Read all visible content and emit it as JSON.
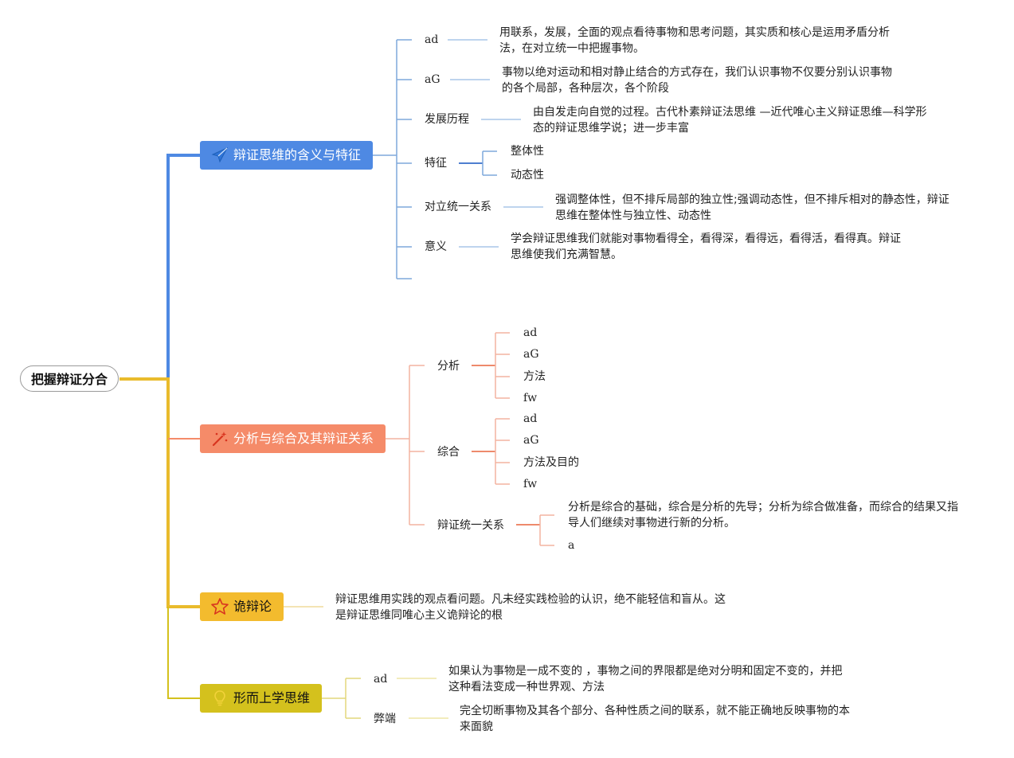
{
  "root": {
    "label": "把握辩证分合"
  },
  "branch1": {
    "label": "辩证思维的含义与特征",
    "icon": "paper-plane-icon",
    "color": "#4e89e3",
    "items": [
      {
        "label": "ad",
        "desc": "用联系，发展，全面的观点看待事物和思考问题，其实质和核心是运用矛盾分析法，在对立统一中把握事物。"
      },
      {
        "label": "aG",
        "desc": "事物以绝对运动和相对静止结合的方式存在，我们认识事物不仅要分别认识事物的各个局部，各种层次，各个阶段"
      },
      {
        "label": "发展历程",
        "desc": "由自发走向自觉的过程。古代朴素辩证法思维 —近代唯心主义辩证思维—科学形态的辩证思维学说；进一步丰富"
      },
      {
        "label": "特征",
        "children": [
          "整体性",
          "动态性"
        ]
      },
      {
        "label": "对立统一关系",
        "desc": "强调整体性，但不排斥局部的独立性;强调动态性，但不排斥相对的静态性，辩证思维在整体性与独立性、动态性"
      },
      {
        "label": "意义",
        "desc": "学会辩证思维我们就能对事物看得全，看得深，看得远，看得活，看得真。辩证思维使我们充满智慧。"
      }
    ]
  },
  "branch2": {
    "label": "分析与综合及其辩证关系",
    "icon": "magic-wand-icon",
    "color": "#f58b69",
    "items": [
      {
        "label": "分析",
        "children": [
          "ad",
          "aG",
          "方法",
          "fw"
        ]
      },
      {
        "label": "综合",
        "children": [
          "ad",
          "aG",
          "方法及目的",
          "fw"
        ]
      },
      {
        "label": "辩证统一关系",
        "children": [
          "分析是综合的基础，综合是分析的先导；分析为综合做准备，而综合的结果又指导人们继续对事物进行新的分析。",
          "a"
        ]
      }
    ]
  },
  "branch3": {
    "label": "诡辩论",
    "icon": "star-icon",
    "color": "#f3bb2e",
    "desc": "辩证思维用实践的观点看问题。凡未经实践检验的认识，绝不能轻信和盲从。这是辩证思维同唯心主义诡辩论的根"
  },
  "branch4": {
    "label": "形而上学思维",
    "icon": "lightbulb-icon",
    "color": "#d4c11d",
    "items": [
      {
        "label": "ad",
        "desc": "如果认为事物是一成不变的 ，事物之间的界限都是绝对分明和固定不变的，并把这种看法变成一种世界观、方法"
      },
      {
        "label": "弊端",
        "desc": "完全切断事物及其各个部分、各种性质之间的联系，就不能正确地反映事物的本来面貌"
      }
    ]
  }
}
